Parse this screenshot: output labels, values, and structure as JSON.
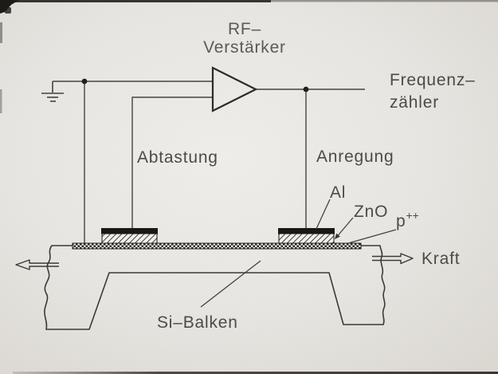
{
  "figure": {
    "amplifier": {
      "line1": "RF–",
      "line2": "Verstärker"
    },
    "frequency_counter": {
      "line1": "Frequenz–",
      "line2": "zähler"
    },
    "signals": {
      "sampling": "Abtastung",
      "excitation": "Anregung"
    },
    "layers": {
      "al": "Al",
      "zno": "ZnO",
      "p_base": "p",
      "p_sup": "++"
    },
    "annotations": {
      "force": "Kraft",
      "si_beam": "Si–Balken"
    },
    "colors": {
      "background": "#e8e6e2",
      "ink": "#3c3936",
      "text": "#4e4a46",
      "electrode_fill": "#1a1815",
      "scan_edge": "#25221e"
    },
    "icons": {
      "ground": "ground-icon",
      "amplifier": "amplifier-triangle-icon",
      "junctions": "junction-dot",
      "force_left": "force-arrow-left-icon",
      "force_right": "force-arrow-right-icon",
      "breaks": "torn-edge-break-symbol"
    }
  }
}
